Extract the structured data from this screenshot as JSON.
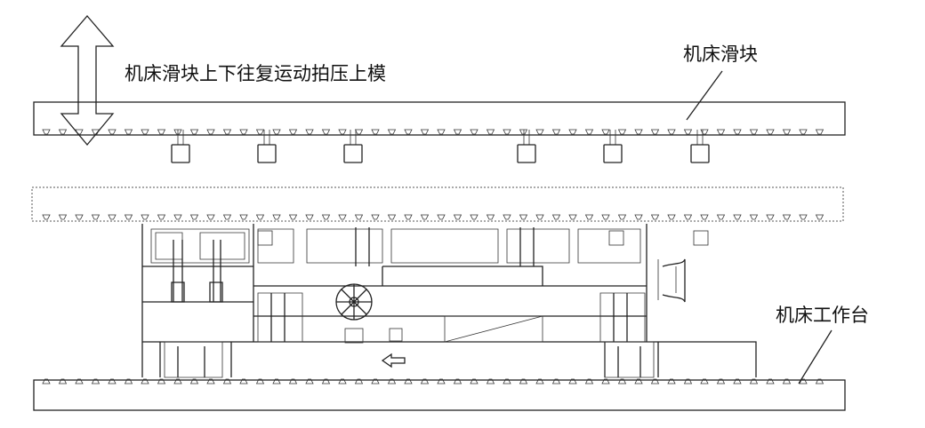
{
  "labels": {
    "motion": "机床滑块上下往复运动拍压上模",
    "slide": "机床滑块",
    "table": "机床工作台"
  },
  "colors": {
    "line": "#222222",
    "background": "#ffffff"
  },
  "icons": {
    "motion_arrow": "double-vertical-arrow-icon",
    "push_arrow": "left-arrow-icon"
  }
}
